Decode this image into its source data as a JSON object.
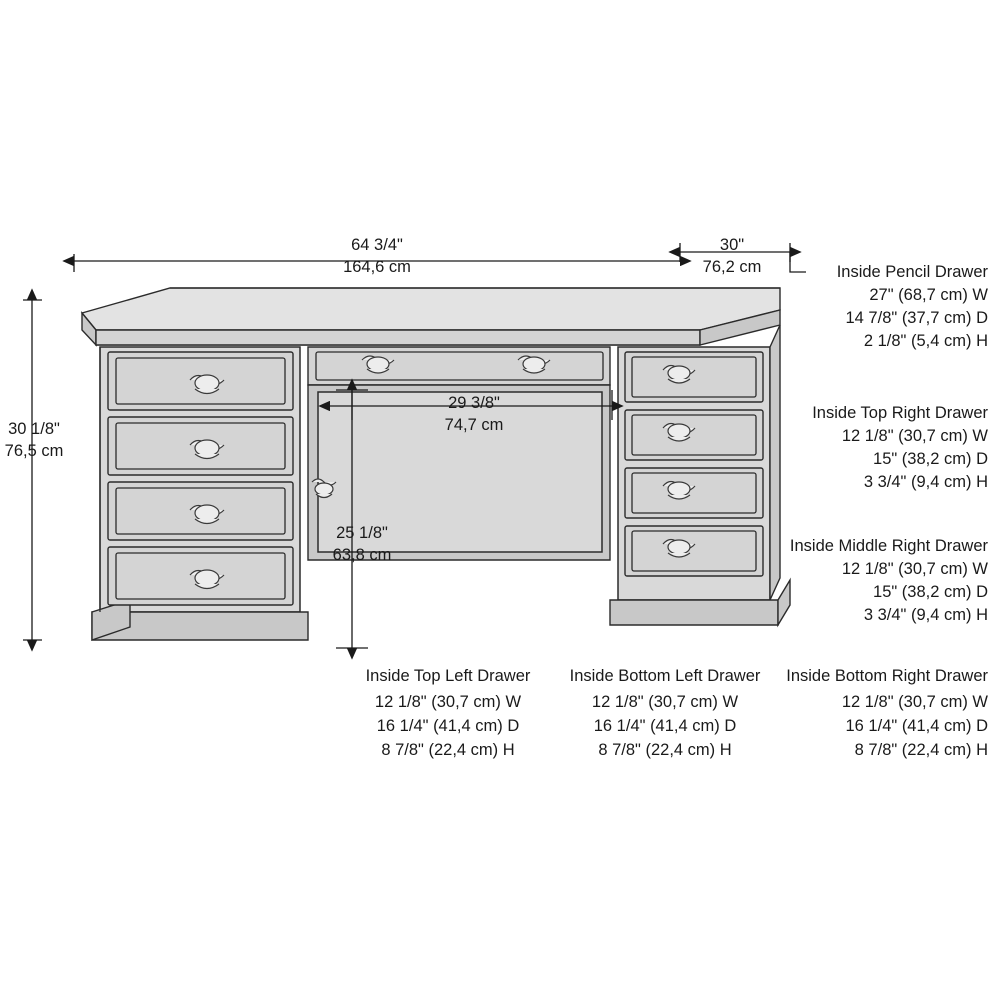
{
  "diagram": {
    "title": "Executive Desk Dimension Diagram",
    "product": "pedestal-desk",
    "line_color": "#1a1a1a",
    "body_fill": "#d9d9d9"
  },
  "dimensions": {
    "width": {
      "imperial": "64 3/4\"",
      "metric": "164,6 cm"
    },
    "depth": {
      "imperial": "30\"",
      "metric": "76,2 cm"
    },
    "height": {
      "imperial": "30 1/8\"",
      "metric": "76,5 cm"
    },
    "knee_width": {
      "imperial": "29 3/8\"",
      "metric": "74,7 cm"
    },
    "knee_height": {
      "imperial": "25 1/8\"",
      "metric": "63,8 cm"
    }
  },
  "callouts": {
    "pencil_drawer": {
      "title": "Inside Pencil Drawer",
      "w": "27\" (68,7 cm) W",
      "d": "14 7/8\" (37,7 cm) D",
      "h": "2 1/8\" (5,4 cm) H"
    },
    "top_right_drawer": {
      "title": "Inside Top Right Drawer",
      "w": "12 1/8\" (30,7 cm) W",
      "d": "15\" (38,2 cm) D",
      "h": "3 3/4\" (9,4 cm) H"
    },
    "middle_right_drawer": {
      "title": "Inside Middle Right Drawer",
      "w": "12 1/8\" (30,7 cm) W",
      "d": "15\" (38,2 cm) D",
      "h": "3 3/4\" (9,4 cm) H"
    },
    "top_left_drawer": {
      "title": "Inside Top Left Drawer",
      "w": "12 1/8\" (30,7 cm) W",
      "d": "16 1/4\" (41,4 cm) D",
      "h": "8 7/8\" (22,4 cm) H"
    },
    "bottom_left_drawer": {
      "title": "Inside Bottom Left Drawer",
      "w": "12 1/8\" (30,7 cm) W",
      "d": "16 1/4\" (41,4 cm) D",
      "h": "8 7/8\" (22,4 cm) H"
    },
    "bottom_right_drawer": {
      "title": "Inside Bottom Right Drawer",
      "w": "12 1/8\" (30,7 cm) W",
      "d": "16 1/4\" (41,4 cm) D",
      "h": "8 7/8\" (22,4 cm) H"
    }
  }
}
